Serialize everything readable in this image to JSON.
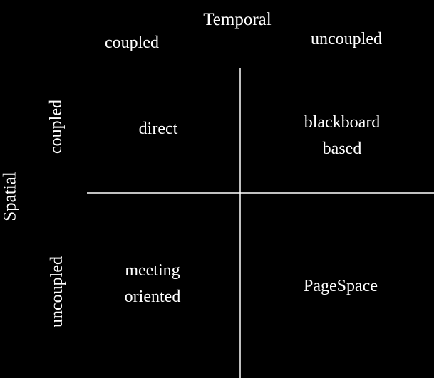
{
  "diagram": {
    "temporal_label": "Temporal",
    "spatial_label": "Spatial",
    "columns": [
      "coupled",
      "uncoupled"
    ],
    "rows": [
      "coupled",
      "uncoupled"
    ],
    "cells": {
      "coupled_coupled": [
        "direct"
      ],
      "coupled_uncoupled": [
        "blackboard",
        "based"
      ],
      "uncoupled_coupled": [
        "meeting",
        "oriented"
      ],
      "uncoupled_uncoupled": [
        "PageSpace"
      ]
    },
    "colors": {
      "background": "#000000",
      "foreground": "#ffffff"
    }
  }
}
